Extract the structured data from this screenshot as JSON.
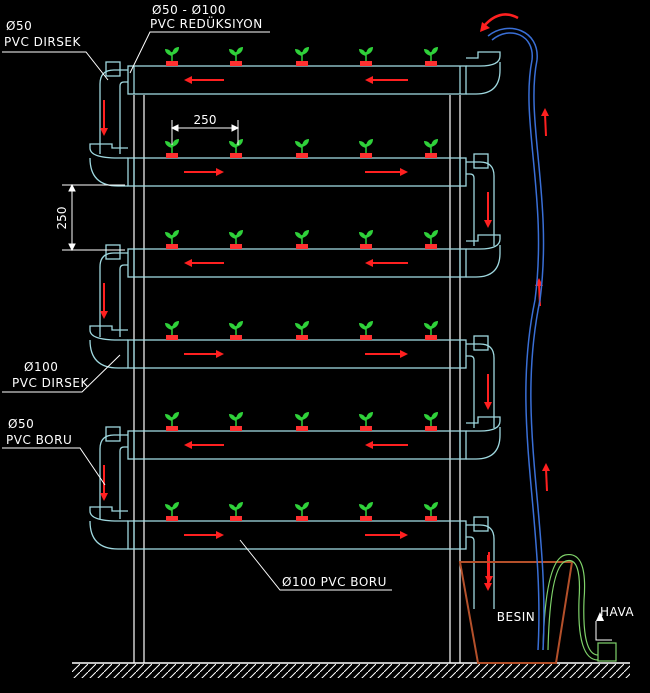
{
  "colors": {
    "background": "#000000",
    "pipe": "#9fd8df",
    "frame": "#ffffff",
    "arrow": "#ff2020",
    "plant_leaf": "#2fd13a",
    "plant_pot": "#ff3030",
    "hose_blue": "#3a6fd6",
    "hose_green": "#7fd26a",
    "tank": "#b4502a"
  },
  "labels": {
    "dirsek50_dia": "Ø50",
    "dirsek50_name": "PVC DIRSEK",
    "reduksiyon_dia": "Ø50 - Ø100",
    "reduksiyon_name": "PVC REDÜKSIYON",
    "dirsek100_dia": "Ø100",
    "dirsek100_name": "PVC DIRSEK",
    "boru50_dia": "Ø50",
    "boru50_name": "PVC BORU",
    "boru100": "Ø100 PVC BORU",
    "tank": "BESIN",
    "air": "HAVA"
  },
  "dimensions": {
    "plant_spacing": "250",
    "level_spacing": "250"
  },
  "icons": {
    "plant": "seedling-icon",
    "flow": "arrow-icon",
    "pump": "air-pump-icon"
  }
}
